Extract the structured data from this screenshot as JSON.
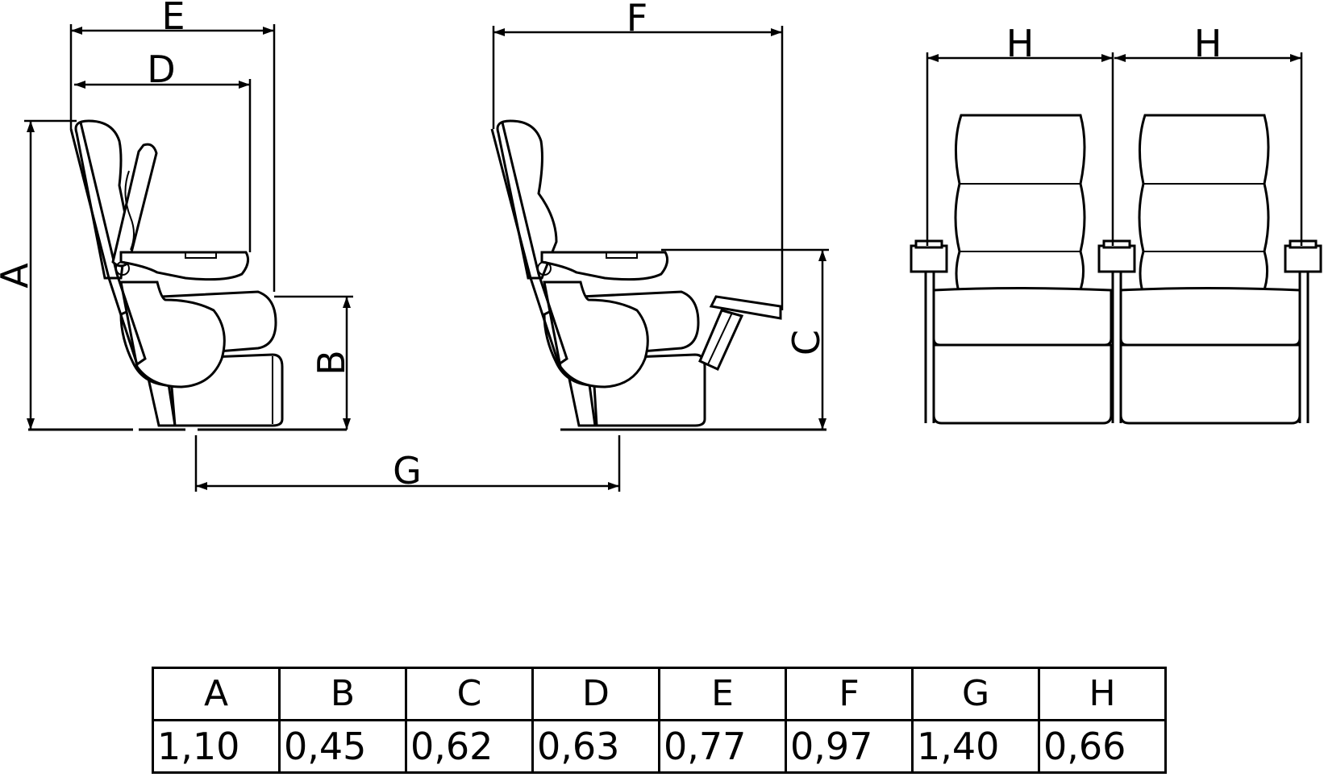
{
  "diagram": {
    "labels": {
      "a": "A",
      "b": "B",
      "c": "C",
      "d": "D",
      "e": "E",
      "f": "F",
      "g": "G",
      "h_left": "H",
      "h_right": "H"
    }
  },
  "table": {
    "headers": [
      "A",
      "B",
      "C",
      "D",
      "E",
      "F",
      "G",
      "H"
    ],
    "values": [
      "1,10",
      "0,45",
      "0,62",
      "0,63",
      "0,77",
      "0,97",
      "1,40",
      "0,66"
    ]
  }
}
